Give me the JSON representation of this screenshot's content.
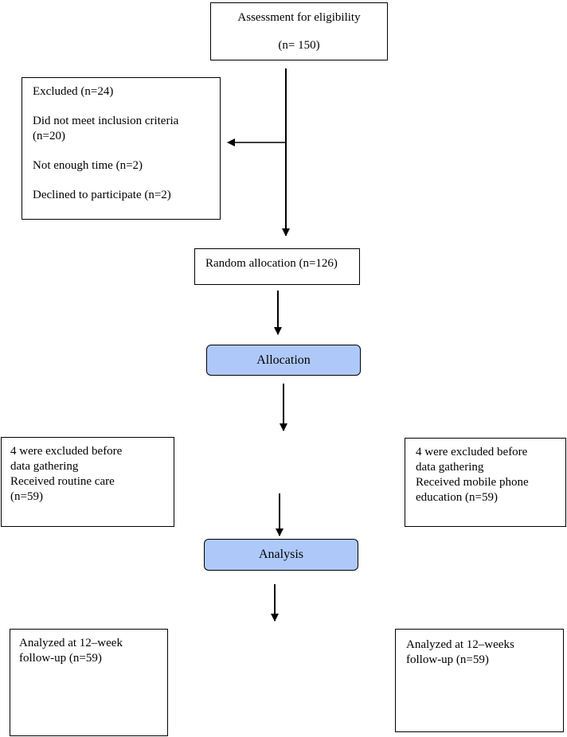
{
  "assessment": {
    "title": "Assessment for eligibility",
    "count": "(n= 150)"
  },
  "excluded": {
    "title": "Excluded (n=24)",
    "reason_1_line1": "Did not meet inclusion criteria",
    "reason_1_line2": "(n=20)",
    "reason_2": "Not enough time (n=2)",
    "reason_3": "Declined to participate (n=2)"
  },
  "random_allocation": "Random allocation (n=126)",
  "allocation_label": "Allocation",
  "left_group": {
    "line1": "4 were excluded before",
    "line2": "data gathering",
    "line3": "Received routine care",
    "line4": "(n=59)"
  },
  "right_group": {
    "line1": "4 were excluded before",
    "line2": "data gathering",
    "line3": "Received  mobile phone",
    "line4": "education (n=59)"
  },
  "analysis_label": "Analysis",
  "left_analyzed": {
    "line1": "Analyzed at 12–week",
    "line2": "follow-up (n=59)"
  },
  "right_analyzed": {
    "line1": "Analyzed at 12–weeks",
    "line2": "follow-up (n=59)"
  },
  "colors": {
    "stage_fill": "#aec9f9",
    "border": "#000000"
  }
}
